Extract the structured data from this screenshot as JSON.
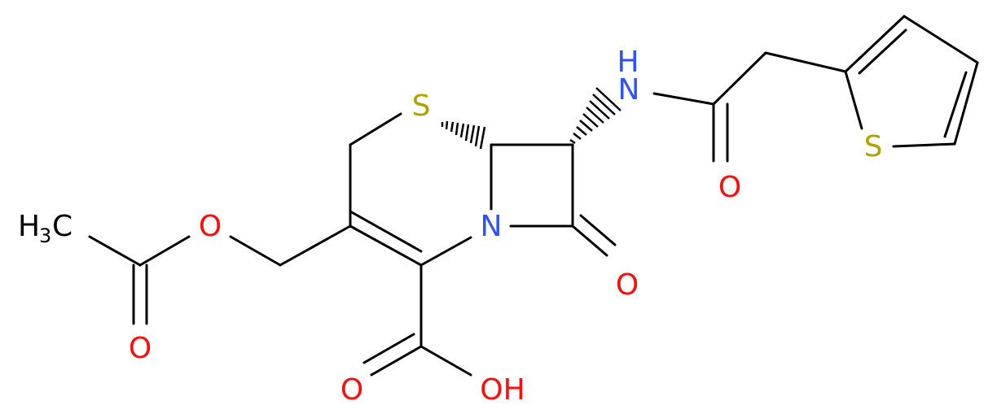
{
  "atoms": {
    "S_ring": "S",
    "S_thiophene": "S",
    "N_lactam": "N",
    "N_amide": "N",
    "H_amide": "H",
    "O_amide": "O",
    "O_lactam": "O",
    "O_ester": "O",
    "O_carbonyl_ester": "O",
    "O_acid_carbonyl": "O",
    "OH_acid": "OH",
    "CH3_H": "H",
    "CH3_sub": "3",
    "CH3_C": "C"
  },
  "colors": {
    "bond": "#000000",
    "oxygen": "#ff0d0d",
    "nitrogen": "#3050f8",
    "sulfur": "#b2a200",
    "carbon": "#000000"
  }
}
